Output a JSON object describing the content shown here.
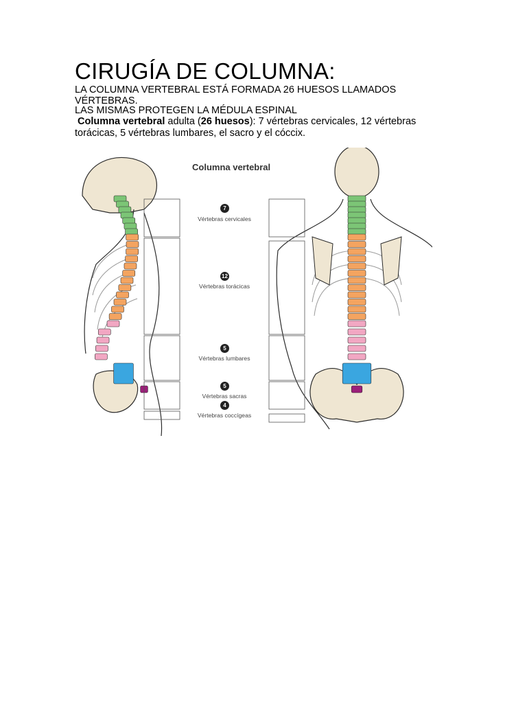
{
  "doc": {
    "title": "CIRUGÍA DE COLUMNA:",
    "line1": "LA COLUMNA VERTEBRAL ESTÁ FORMADA  26 HUESOS LLAMADOS VÉRTEBRAS.",
    "line2": "LAS MISMAS PROTEGEN LA MÉDULA ESPINAL",
    "para": {
      "b1": "Columna vertebral",
      "t1": " adulta (",
      "b2": "26 huesos",
      "t2": "): 7 vértebras cervicales, 12 vértebras torácicas, 5 vértebras lumbares, el sacro y el cóccix."
    }
  },
  "figure": {
    "title": "Columna vertebral",
    "regions": [
      {
        "count": "7",
        "label": "Vértebras cervicales",
        "color": "#7cc576"
      },
      {
        "count": "12",
        "label": "Vértebras torácicas",
        "color": "#f4a460"
      },
      {
        "count": "5",
        "label": "Vértebras lumbares",
        "color": "#f2a7c3"
      },
      {
        "count": "5",
        "label": "Vértebras sacras",
        "color": "#3aa6e0"
      },
      {
        "count": "4",
        "label": "Vértebras coccígeas",
        "color": "#9c1f7a"
      }
    ],
    "colors": {
      "bone": "#efe6d2",
      "outline": "#2b2b2b"
    }
  }
}
